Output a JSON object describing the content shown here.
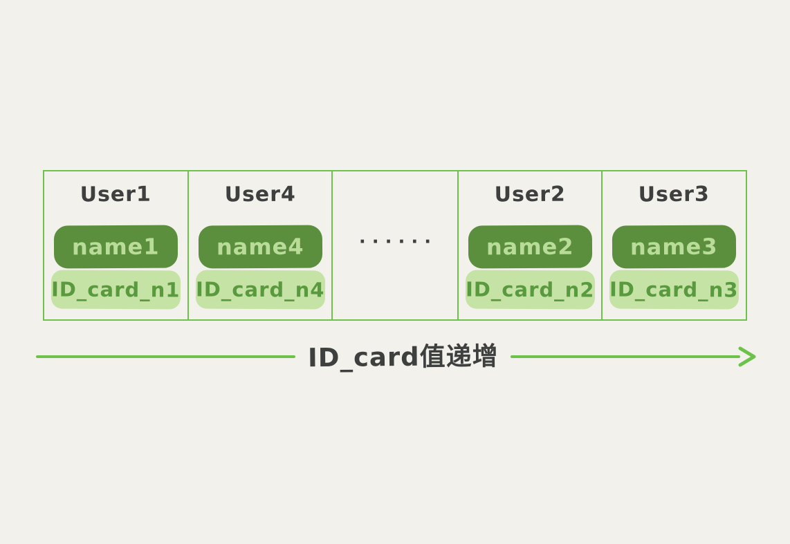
{
  "table": {
    "cells": [
      {
        "user": "User1",
        "name": "name1",
        "id_card": "ID_card_n1"
      },
      {
        "user": "User4",
        "name": "name4",
        "id_card": "ID_card_n4"
      },
      {
        "ellipsis": "······"
      },
      {
        "user": "User2",
        "name": "name2",
        "id_card": "ID_card_n2"
      },
      {
        "user": "User3",
        "name": "name3",
        "id_card": "ID_card_n3"
      }
    ]
  },
  "arrow": {
    "label": "ID_card值递增"
  },
  "colors": {
    "bg": "#f3f1ec",
    "border_green": "#6cc24a",
    "pill_dark": "#5b8f3d",
    "pill_dark_text": "#b9dd99",
    "pill_light": "#c5e3a4",
    "pill_light_text": "#5a9a3f",
    "arrow_green": "#6cc24a",
    "ink": "#3d403e"
  }
}
